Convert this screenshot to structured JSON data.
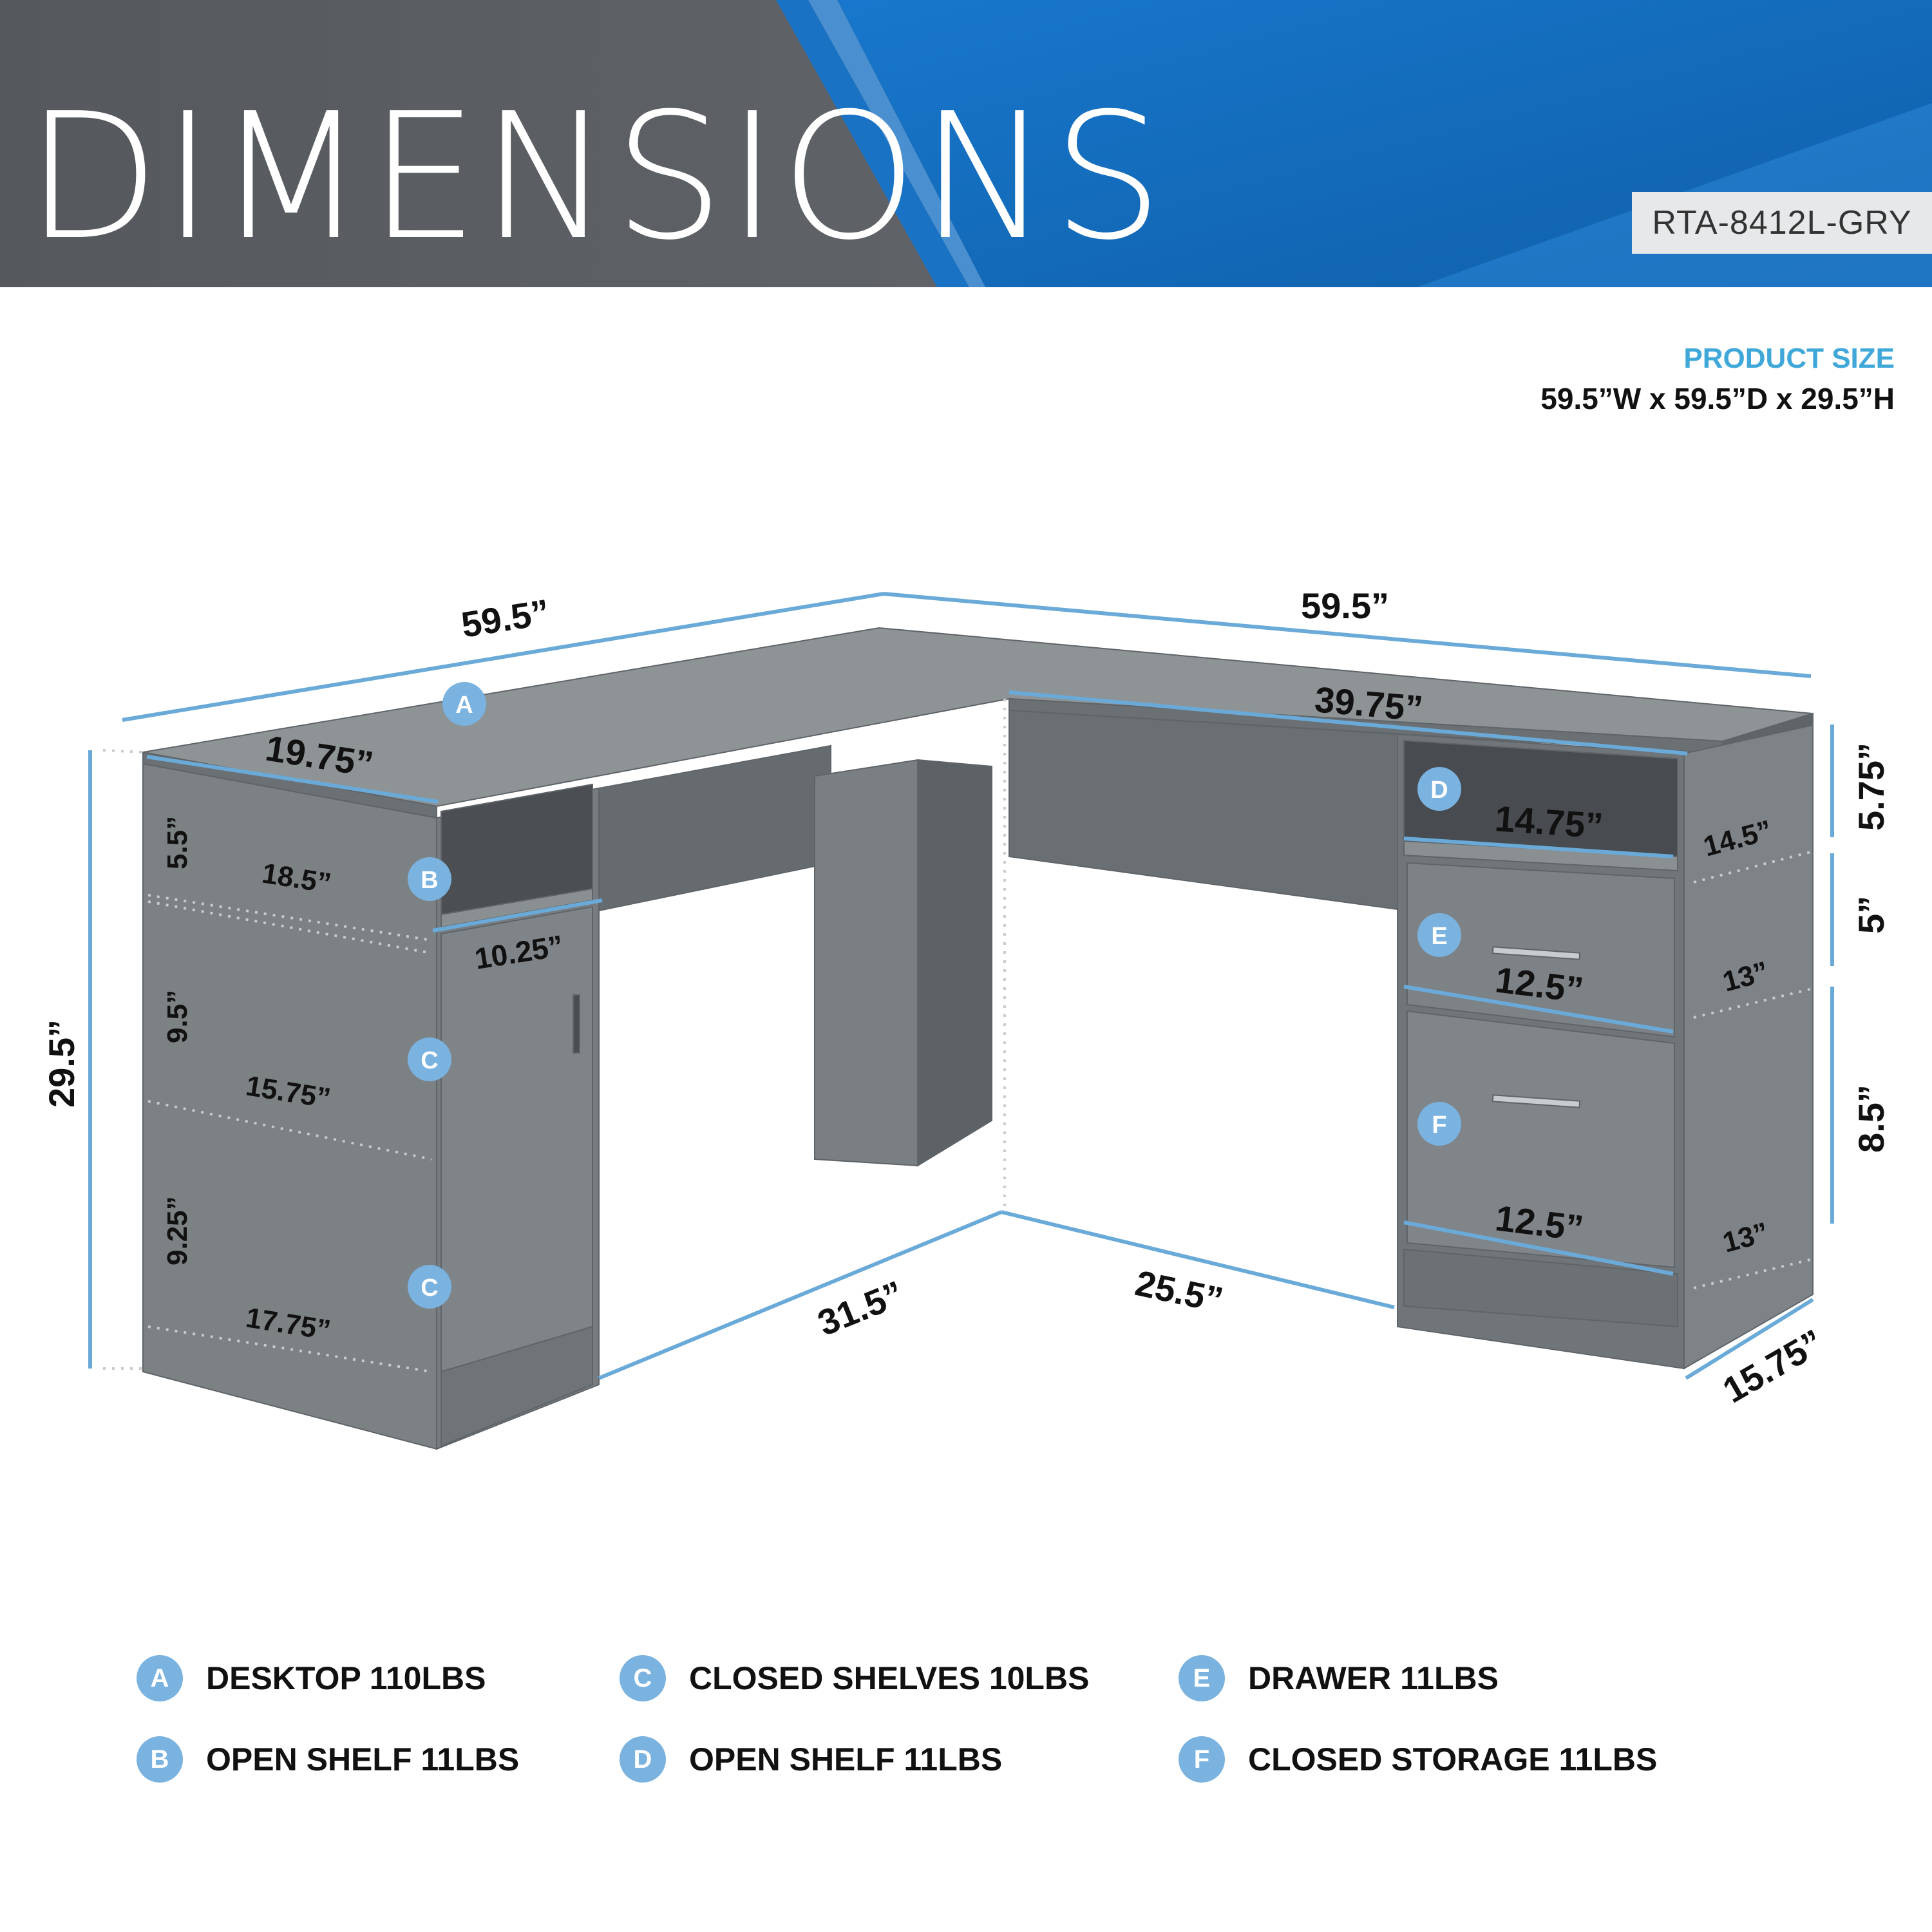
{
  "header": {
    "title": "DIMENSIONS",
    "model": "RTA-8412L-GRY"
  },
  "product_size": {
    "label": "PRODUCT SIZE",
    "value": "59.5”W x 59.5”D x 29.5”H"
  },
  "dimensions": {
    "top_left_width": "59.5”",
    "top_right_width": "59.5”",
    "desk_inner_span": "39.75”",
    "left_cab_width": "19.75”",
    "total_height": "29.5”",
    "left_shelf_b_height": "5.5”",
    "left_shelf_b_depth": "18.5”",
    "left_shelf_b_width": "10.25”",
    "left_c1_height": "9.5”",
    "left_c1_depth": "15.75”",
    "left_c2_height": "9.25”",
    "left_c2_depth": "17.75”",
    "knee_left": "31.5”",
    "knee_right": "25.5”",
    "right_d_width": "14.75”",
    "right_d_depth": "14.5”",
    "right_d_height": "5.75”",
    "right_e_width": "12.5”",
    "right_e_depth": "13”",
    "right_e_height": "5”",
    "right_f_width": "12.5”",
    "right_f_depth": "13”",
    "right_f_height": "8.5”",
    "right_cab_depth": "15.75”"
  },
  "labels": {
    "a": "A",
    "b": "B",
    "c": "C",
    "d": "D",
    "e": "E",
    "f": "F"
  },
  "legend": [
    {
      "letter": "A",
      "text": "DESKTOP 110LBS"
    },
    {
      "letter": "B",
      "text": "OPEN SHELF 11LBS"
    },
    {
      "letter": "C",
      "text": "CLOSED SHELVES 10LBS"
    },
    {
      "letter": "D",
      "text": "OPEN SHELF 11LBS"
    },
    {
      "letter": "E",
      "text": "DRAWER 11LBS"
    },
    {
      "letter": "F",
      "text": "CLOSED STORAGE 11LBS"
    }
  ],
  "colors": {
    "accent": "#3fa8d8",
    "dimension_line": "#6aaad8",
    "badge": "#7ab2e0",
    "header_blue": "#1a6ec0",
    "header_gray": "#5d6165",
    "desk_gray": "#7c8184"
  }
}
